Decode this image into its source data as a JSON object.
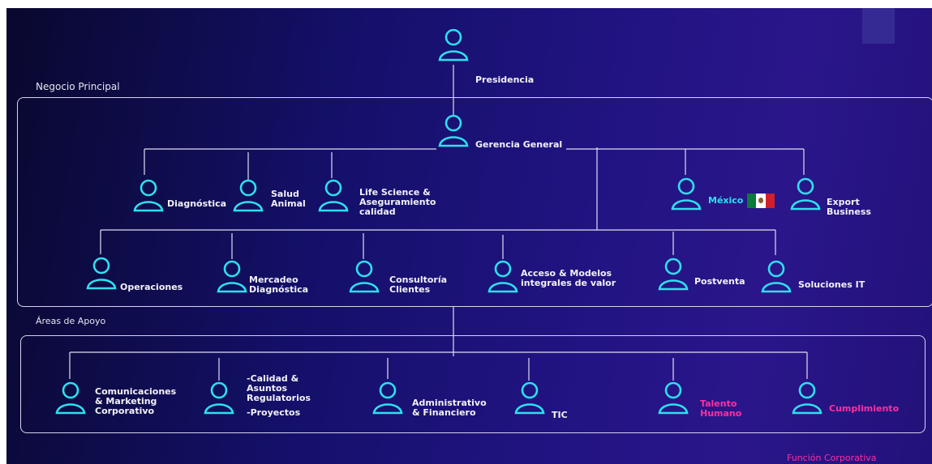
{
  "sections": {
    "negocio_principal": "Negocio Principal",
    "areas_apoyo": "Áreas de Apoyo",
    "funcion_corporativa": "Función Corporativa"
  },
  "colors": {
    "node_cyan": "#2ee0f0",
    "pink": "#ff2fa0",
    "flag": [
      "#0b7a3a",
      "#ffffff",
      "#d21f2c"
    ]
  },
  "nodes": {
    "presidencia": [
      "Presidencia"
    ],
    "gerencia_general": [
      "Gerencia General"
    ],
    "diagnostica": [
      "Diagnóstica"
    ],
    "salud_animal": [
      "Salud",
      "Animal"
    ],
    "life_science": [
      "Life Science &",
      "Aseguramiento",
      "calidad"
    ],
    "mexico": [
      "México"
    ],
    "export_business": [
      "Export",
      "Business"
    ],
    "operaciones": [
      "Operaciones"
    ],
    "mercadeo": [
      "Mercadeo",
      "Diagnóstica"
    ],
    "consultoria": [
      "Consultoría",
      "Clientes"
    ],
    "acceso": [
      "Acceso & Modelos",
      "integrales de valor"
    ],
    "postventa": [
      "Postventa"
    ],
    "soluciones_it": [
      "Soluciones IT"
    ],
    "comunicaciones": [
      "Comunicaciones",
      "& Marketing",
      "Corporativo"
    ],
    "calidad": [
      "-Calidad &",
      "Asuntos",
      "Regulatorios",
      "",
      "-Proyectos"
    ],
    "administrativo": [
      "Administrativo",
      "& Financiero"
    ],
    "tic": [
      "TIC"
    ],
    "talento": [
      "Talento",
      "Humano"
    ],
    "cumplimiento": [
      "Cumplimiento"
    ]
  }
}
